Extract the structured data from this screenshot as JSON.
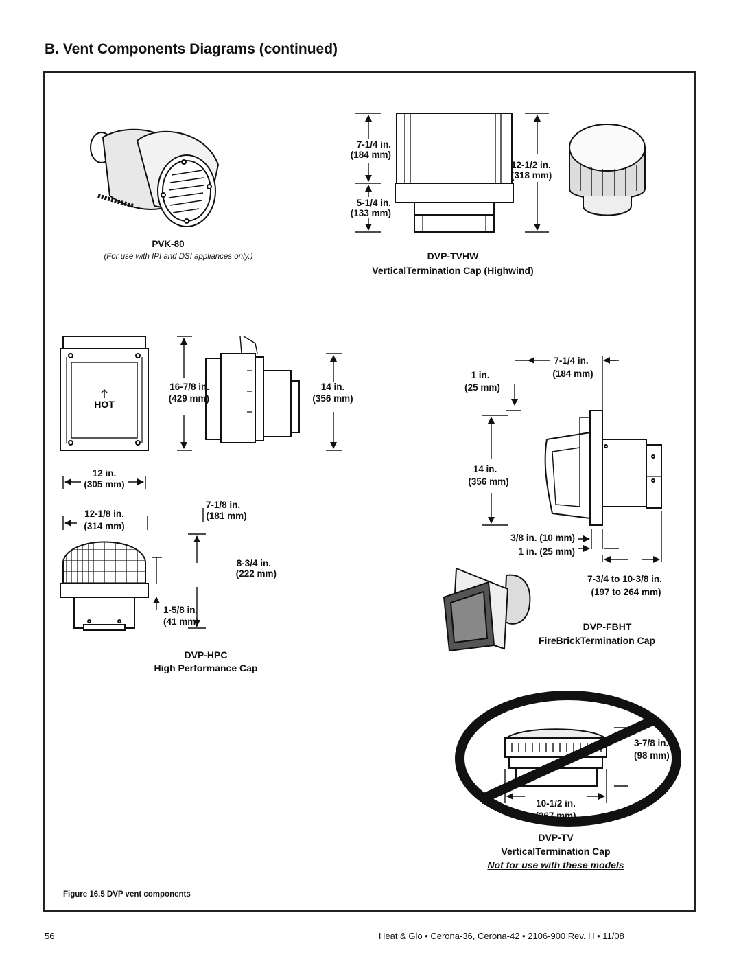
{
  "header": {
    "title": "B. Vent Components Diagrams (continued)"
  },
  "pvk80": {
    "name": "PVK-80",
    "note": "(For use with IPI and DSI appliances only.)"
  },
  "tvhw": {
    "dim_top_in": "7-1/4 in.",
    "dim_top_mm": "(184 mm)",
    "dim_bottom_in": "5-1/4 in.",
    "dim_bottom_mm": "(133 mm)",
    "dim_height_in": "12-1/2 in.",
    "dim_height_mm": "(318 mm)",
    "name": "DVP-TVHW",
    "caption": "VerticalTermination Cap (Highwind)"
  },
  "hpc": {
    "hot_label": "HOT",
    "dim_height_in": "16-7/8 in.",
    "dim_height_mm": "(429 mm)",
    "dim_side_in": "14 in.",
    "dim_side_mm": "(356 mm)",
    "dim_width_in": "12 in.",
    "dim_width_mm": "(305 mm)",
    "dim_guard_width_in": "12-1/8 in.",
    "dim_guard_width_mm": "(314 mm)",
    "dim_depth_in": "7-1/8 in.",
    "dim_depth_mm": "(181 mm)",
    "dim_guard_height_in": "8-3/4 in.",
    "dim_guard_height_mm": "(222 mm)",
    "dim_collar_in": "1-5/8 in.",
    "dim_collar_mm": "(41 mm)",
    "name": "DVP-HPC",
    "caption": "High Performance Cap"
  },
  "fbht": {
    "dim_top_in": "7-1/4 in.",
    "dim_top_mm": "(184 mm)",
    "dim_offset_in": "1 in.",
    "dim_offset_mm": "(25 mm)",
    "dim_height_in": "14 in.",
    "dim_height_mm": "(356 mm)",
    "dim_flange": "3/8 in. (10 mm)",
    "dim_gap": "1 in. (25 mm)",
    "dim_length_in": "7-3/4 to 10-3/8 in.",
    "dim_length_mm": "(197 to 264 mm)",
    "name": "DVP-FBHT",
    "caption": "FireBrickTermination Cap"
  },
  "tv": {
    "dim_height_in": "3-7/8 in.",
    "dim_height_mm": "(98 mm)",
    "dim_width_in": "10-1/2 in.",
    "dim_width_mm": "(267 mm)",
    "name": "DVP-TV",
    "caption": "VerticalTermination Cap",
    "warning": "Not for use with these models"
  },
  "figure": {
    "caption": "Figure 16.5  DVP vent components"
  },
  "footer": {
    "page_number": "56",
    "doc_info": "Heat & Glo  •  Cerona-36, Cerona-42  •  2106-900 Rev. H  •  11/08"
  }
}
